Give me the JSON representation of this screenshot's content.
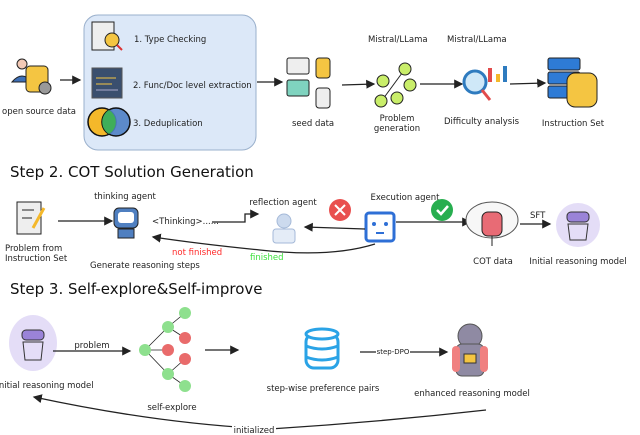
{
  "step1": {
    "open_source_label": "open source data",
    "filters": [
      "1. Type Checking",
      "2. Func/Doc level extraction",
      "3. Deduplication"
    ],
    "seed_label": "seed data",
    "model_label_1": "Mistral/LLama",
    "model_label_2": "Mistral/LLama",
    "problem_gen_label": [
      "Problem",
      "generation"
    ],
    "difficulty_label": "Difficulty analysis",
    "instruction_label": "Instruction Set"
  },
  "step2": {
    "title": "Step 2. COT Solution Generation",
    "problem_label": [
      "Problem from",
      "Instruction Set"
    ],
    "thinking_agent": "thinking agent",
    "thinking_text": "<Thinking>......",
    "generate_label": "Generate reasoning steps",
    "reflection_agent": "reflection agent",
    "execution_agent": "Execution agent",
    "not_finished": "not finished",
    "finished": "finished",
    "cot_label": "COT data",
    "sft": "SFT",
    "initial_model": "Initial reasoning model"
  },
  "step3": {
    "title": "Step 3. Self-explore&Self-improve",
    "initial_model": "Initial reasoning model",
    "problem": "problem",
    "self_explore": "self-explore",
    "pairs": "step-wise preference pairs",
    "step_dpo": "step-DPO",
    "enhanced_model": "enhanced reasoning model",
    "initialized": "initialized"
  },
  "colors": {
    "box": "#dce8f8",
    "green": "#8ee08e",
    "red": "#e96b6b",
    "blue": "#2aa3e6",
    "purple": "#e4ddf7",
    "not_finished": "#ff2a2a",
    "finished": "#3ee03e"
  }
}
